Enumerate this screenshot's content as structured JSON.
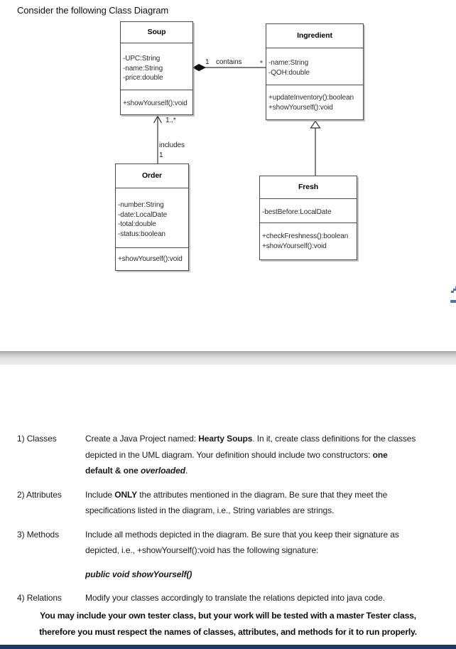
{
  "page": {
    "heading": "Consider the following Class Diagram"
  },
  "diagram": {
    "classes": [
      {
        "name": "Soup",
        "attributes": [
          "-UPC:String",
          "-name:String",
          "-price:double"
        ],
        "methods": [
          "+showYourself():void"
        ]
      },
      {
        "name": "Ingredient",
        "attributes": [
          "-name:String",
          "-QOH:double"
        ],
        "methods": [
          "+updateInventory():boolean",
          "+showYourself():void"
        ]
      },
      {
        "name": "Order",
        "attributes": [
          "-number:String",
          "-date:LocalDate",
          "-total:double",
          "-status:boolean"
        ],
        "methods": [
          "+showYourself():void"
        ]
      },
      {
        "name": "Fresh",
        "attributes": [
          "-bestBefore:LocalDate"
        ],
        "methods": [
          "+checkFreshness():boolean",
          "+showYourself():void"
        ]
      }
    ],
    "relations": {
      "contains": {
        "type": "composition",
        "from": "Soup",
        "to": "Ingredient",
        "from_multiplicity": "1",
        "label": "contains",
        "to_multiplicity": "*"
      },
      "includes": {
        "type": "association",
        "from": "Order",
        "to": "Soup",
        "from_multiplicity": "1",
        "label": "includes",
        "to_multiplicity": "1..*"
      },
      "inheritance": {
        "type": "generalization",
        "from": "Fresh",
        "to": "Ingredient"
      }
    },
    "labels": {
      "contains_mult_source": "1",
      "contains_text": "contains",
      "contains_mult_target": "*",
      "includes_mult_target": "1..*",
      "includes_text": "includes",
      "includes_mult_source": "1"
    }
  },
  "sections": [
    {
      "label": "1) Classes",
      "paragraphs": [
        [
          [
            {
              "t": "Create a Java Project named: "
            },
            {
              "t": "Hearty Soups",
              "b": true
            },
            {
              "t": ". In it, create class definitions for the classes"
            }
          ],
          [
            {
              "t": "depicted in the UML diagram. Your definition should include two constructors: "
            },
            {
              "t": "one",
              "b": true
            }
          ],
          [
            {
              "t": "default & one ",
              "b": true
            },
            {
              "t": "overloaded",
              "b": true,
              "i": true
            },
            {
              "t": "."
            }
          ]
        ]
      ]
    },
    {
      "label": "2) Attributes",
      "paragraphs": [
        [
          [
            {
              "t": "Include "
            },
            {
              "t": "ONLY",
              "b": true
            },
            {
              "t": " the attributes mentioned in the diagram. Be sure that they meet the"
            }
          ],
          [
            {
              "t": "specifications listed in the diagram, i.e., String variables are strings."
            }
          ]
        ]
      ]
    },
    {
      "label": "3) Methods",
      "paragraphs": [
        [
          [
            {
              "t": "Include all methods depicted in the diagram. Be sure that you keep their signature as"
            }
          ],
          [
            {
              "t": "depicted, i.e., +showYourself():void has the following signature:"
            }
          ]
        ],
        [
          [
            {
              "t": "public void showYourself()",
              "b": true,
              "i": true
            }
          ]
        ]
      ]
    },
    {
      "label": "4) Relations",
      "paragraphs": [
        [
          [
            {
              "t": "Modify your classes accordingly to translate the relations depicted into java code."
            }
          ]
        ]
      ]
    }
  ],
  "footer": {
    "lines": [
      "You may include your own tester class, but your work will be tested with a master Tester class,",
      "therefore you must respect the names of classes, attributes, and methods for it to run properly."
    ]
  }
}
